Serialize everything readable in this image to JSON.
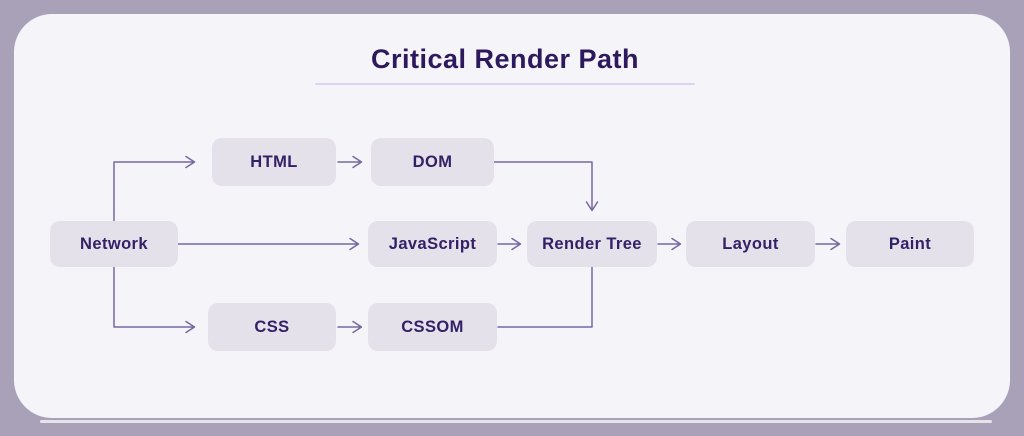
{
  "title": "Critical Render Path",
  "diagram": {
    "nodes": [
      {
        "id": "network",
        "label": "Network"
      },
      {
        "id": "html",
        "label": "HTML"
      },
      {
        "id": "dom",
        "label": "DOM"
      },
      {
        "id": "javascript",
        "label": "JavaScript"
      },
      {
        "id": "render-tree",
        "label": "Render Tree"
      },
      {
        "id": "layout",
        "label": "Layout"
      },
      {
        "id": "paint",
        "label": "Paint"
      },
      {
        "id": "css",
        "label": "CSS"
      },
      {
        "id": "cssom",
        "label": "CSSOM"
      }
    ],
    "edges": [
      {
        "from": "network",
        "to": "html",
        "arrowhead": true
      },
      {
        "from": "network",
        "to": "javascript",
        "arrowhead": true
      },
      {
        "from": "network",
        "to": "css",
        "arrowhead": true
      },
      {
        "from": "html",
        "to": "dom",
        "arrowhead": true
      },
      {
        "from": "dom",
        "to": "render-tree",
        "arrowhead": true
      },
      {
        "from": "javascript",
        "to": "render-tree",
        "arrowhead": true
      },
      {
        "from": "css",
        "to": "cssom",
        "arrowhead": true
      },
      {
        "from": "cssom",
        "to": "render-tree",
        "arrowhead": false
      },
      {
        "from": "render-tree",
        "to": "layout",
        "arrowhead": true
      },
      {
        "from": "layout",
        "to": "paint",
        "arrowhead": true
      }
    ]
  },
  "theme": {
    "outer_background": "#a8a1b8",
    "card_background": "#f5f4f8",
    "node_background": "#e4e1eb",
    "text_color": "#332066",
    "title_color": "#2d1a5e",
    "connector_color": "#76689f",
    "underline_color": "#ddd2f0"
  }
}
